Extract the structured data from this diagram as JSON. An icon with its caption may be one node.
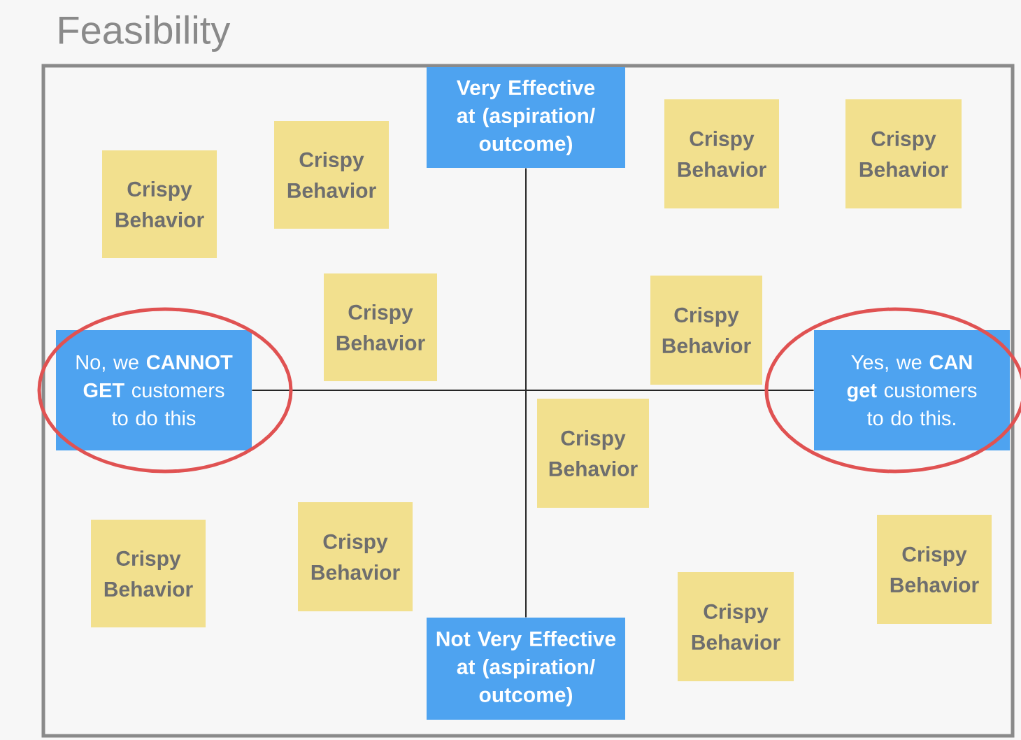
{
  "diagram": {
    "title": "Feasibility",
    "nodes": [
      {
        "text": [
          "Very Effective at (aspiration/ outcome)"
        ]
      },
      {
        "text": [
          "Crispy Behavior"
        ]
      },
      {
        "text": [
          "Crispy Behavior"
        ]
      },
      {
        "text": [
          "Crispy Behavior"
        ]
      },
      {
        "text": [
          "Crispy Behavior"
        ]
      },
      {
        "text": [
          "No, we **CANNOT GET** customers to do this"
        ]
      },
      {
        "text": [
          "Crispy Behavior"
        ]
      },
      {
        "text": [
          "Crispy Behavior"
        ]
      },
      {
        "text": [
          "Crispy Behavior"
        ]
      },
      {
        "text": [
          "Yes, we **CAN get** customers to do this."
        ]
      },
      {
        "text": [
          "Crispy Behavior"
        ]
      },
      {
        "text": [
          "Crispy Behavior"
        ]
      },
      {
        "text": [
          "Crispy Behavior"
        ]
      },
      {
        "text": [
          "Crispy Behavior"
        ]
      },
      {
        "text": [
          "Not Very Effective at (aspiration/ outcome)"
        ]
      }
    ],
    "edges": [
      {
        "from": 0,
        "to": 14,
        "arrow": "none"
      },
      {
        "from": 5,
        "to": 9,
        "arrow": "none"
      }
    ]
  }
}
